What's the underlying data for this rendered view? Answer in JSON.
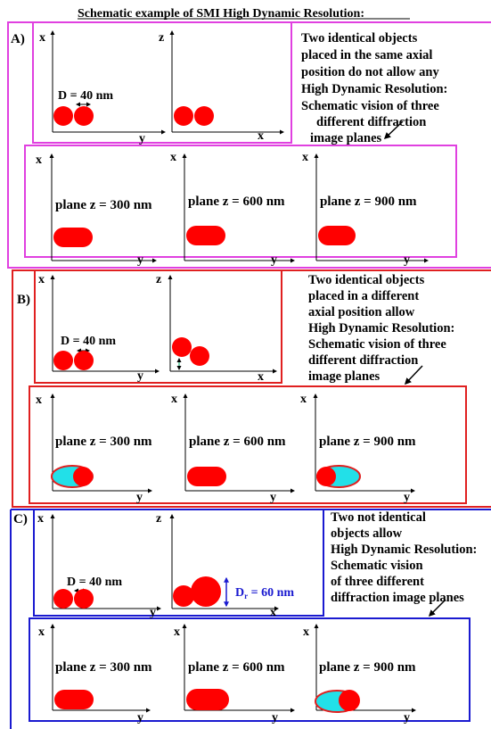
{
  "title": "Schematic example of SMI High Dynamic Resolution:",
  "colors": {
    "section_a": "#e040e0",
    "section_b": "#e02020",
    "section_c": "#1a1ad0",
    "object": "#ff0000",
    "object_edge": "#cc0000",
    "ellipse_fill": "#22e0e8",
    "dim_text_c": "#1a1ad0"
  },
  "sections": {
    "a": {
      "label": "A)",
      "description": [
        "Two identical objects",
        "placed in the same axial",
        "position do not allow any",
        "High Dynamic Resolution:",
        "Schematic vision of three",
        "different diffraction",
        "image planes"
      ],
      "top_left": {
        "ylabel": "x",
        "xlabel": "y",
        "dimension": "D = 40 nm"
      },
      "top_right": {
        "ylabel": "z",
        "xlabel": "x"
      },
      "planes": [
        {
          "ylabel": "x",
          "xlabel": "y",
          "label": "plane z = 300 nm"
        },
        {
          "ylabel": "x",
          "xlabel": "y",
          "label": "plane z = 600 nm"
        },
        {
          "ylabel": "x",
          "xlabel": "y",
          "label": "plane z = 900 nm"
        }
      ]
    },
    "b": {
      "label": "B)",
      "description": [
        "Two identical objects",
        "placed in a different",
        "axial position allow",
        "High Dynamic Resolution:",
        "Schematic vision of three",
        "different diffraction",
        "image planes"
      ],
      "top_left": {
        "ylabel": "x",
        "xlabel": "y",
        "dimension": "D = 40 nm"
      },
      "top_right": {
        "ylabel": "z",
        "xlabel": "x"
      },
      "planes": [
        {
          "ylabel": "x",
          "xlabel": "y",
          "label": "plane z = 300 nm"
        },
        {
          "ylabel": "x",
          "xlabel": "y",
          "label": "plane z = 600 nm"
        },
        {
          "ylabel": "x",
          "xlabel": "y",
          "label": "plane z = 900 nm"
        }
      ]
    },
    "c": {
      "label": "C)",
      "description": [
        "Two not identical",
        "objects allow",
        "High Dynamic Resolution:",
        "Schematic vision",
        "of three different",
        "diffraction image planes"
      ],
      "top_left": {
        "ylabel": "x",
        "xlabel": "y",
        "dimension": "D = 40 nm"
      },
      "top_right": {
        "ylabel": "z",
        "xlabel": "x",
        "dimension_main": "D",
        "dimension_sub": "r",
        "dimension_rest": " = 60 nm"
      },
      "planes": [
        {
          "ylabel": "x",
          "xlabel": "y",
          "label": "plane z = 300 nm"
        },
        {
          "ylabel": "x",
          "xlabel": "y",
          "label": "plane z = 600 nm"
        },
        {
          "ylabel": "x",
          "xlabel": "y",
          "label": "plane z = 900 nm"
        }
      ]
    }
  }
}
